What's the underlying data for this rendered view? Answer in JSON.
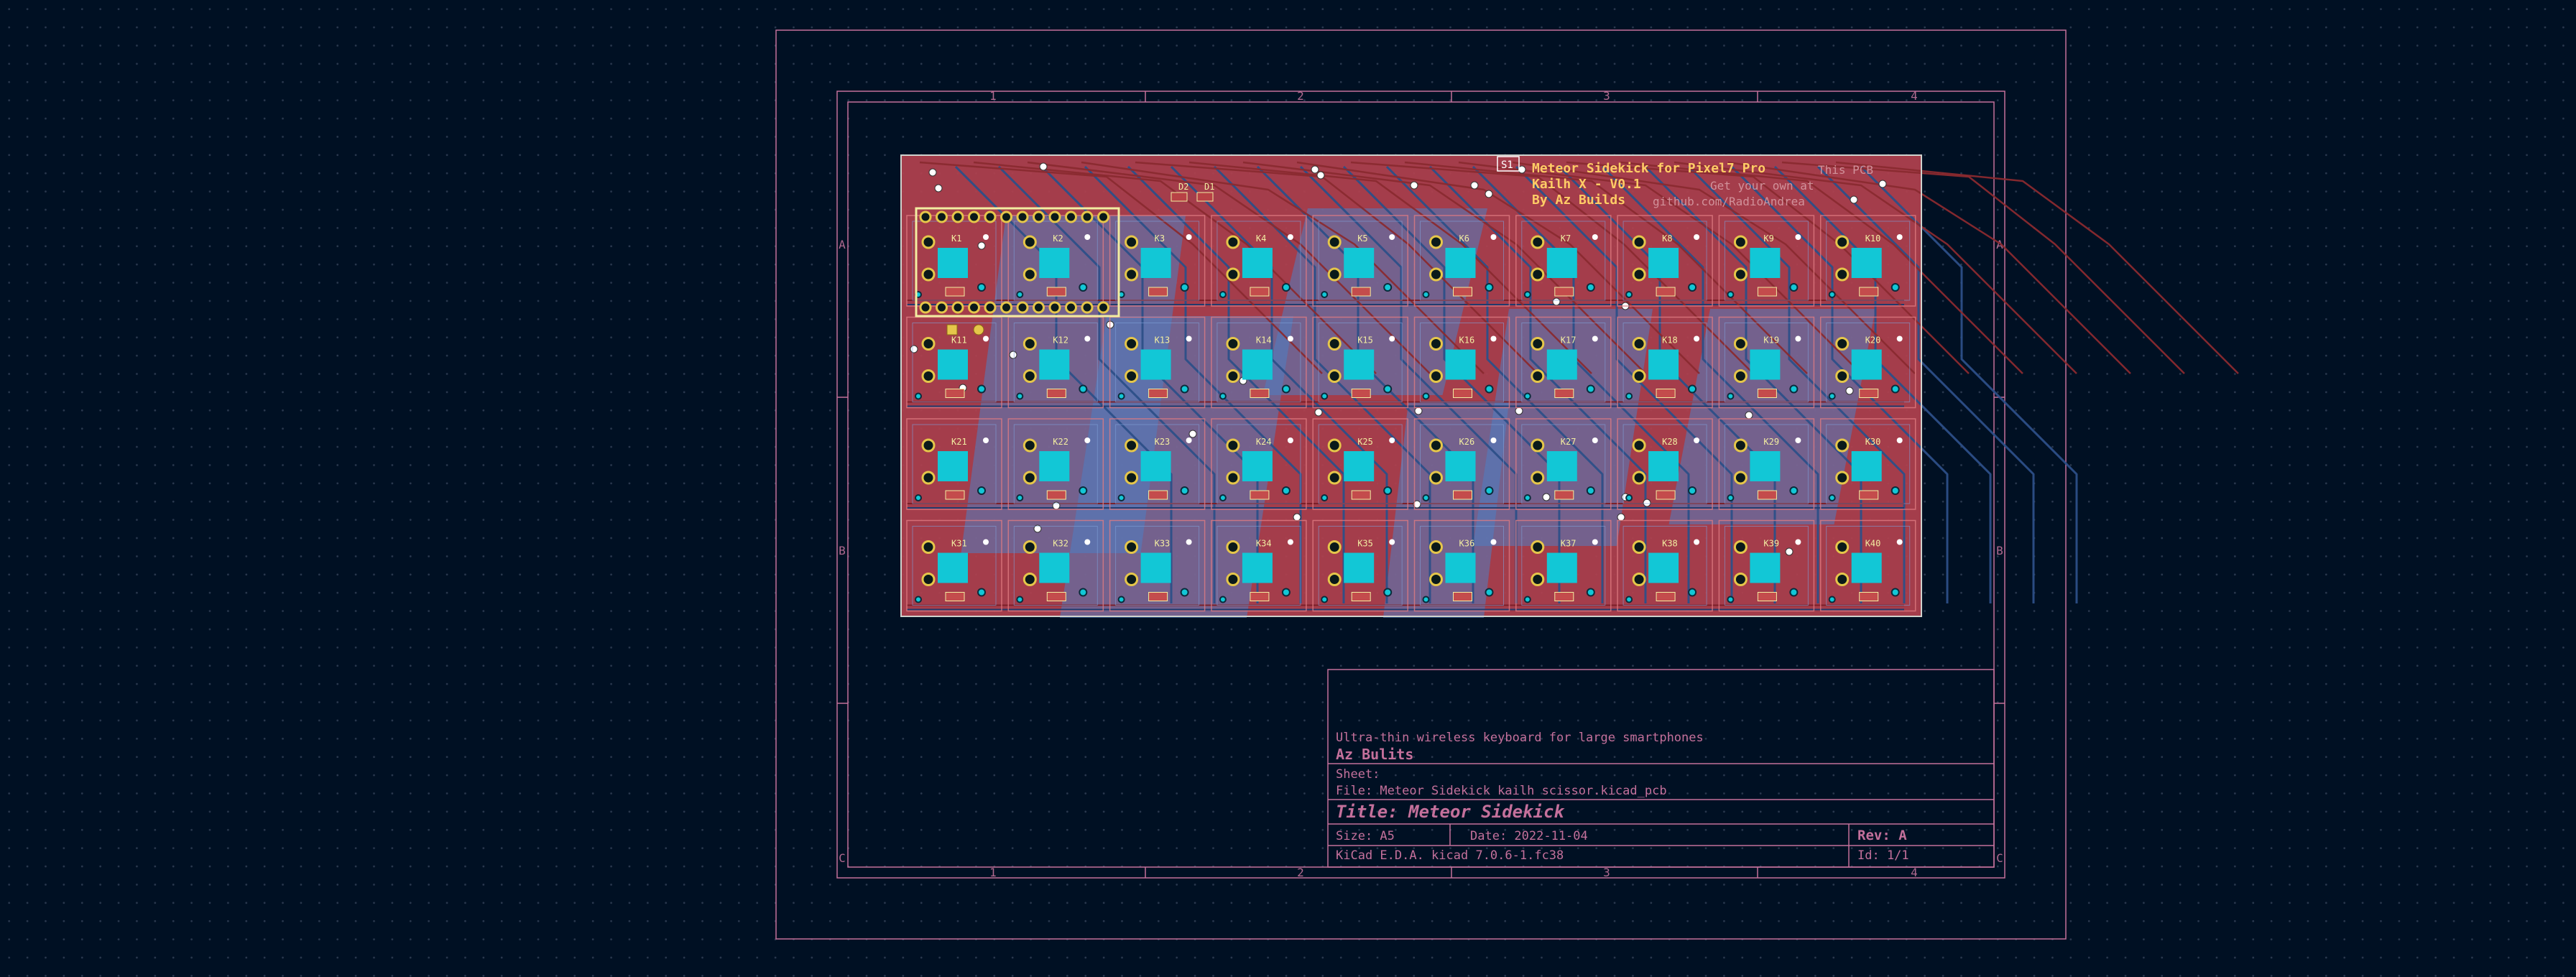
{
  "title_block": {
    "comment": "Ultra-thin wireless keyboard for large smartphones",
    "company": "Az Bulits",
    "sheet": "Sheet:",
    "file": "File: Meteor Sidekick kailh scissor.kicad_pcb",
    "title": "Title: Meteor Sidekick",
    "size": "Size: A5",
    "date": "Date: 2022-11-04",
    "rev": "Rev: A",
    "tool": "KiCad E.D.A.  kicad 7.0.6-1.fc38",
    "id": "Id: 1/1"
  },
  "frame": {
    "col_labels": [
      "1",
      "2",
      "3",
      "4"
    ],
    "row_labels": [
      "A",
      "B",
      "C"
    ]
  },
  "board": {
    "silk_title": "Meteor Sidekick for Pixel7 Pro",
    "silk_version": "Kailh X - V0.1",
    "silk_author": "By Az Builds",
    "back_silk_1": "This PCB",
    "back_silk_2": "Get your own at",
    "back_silk_3": "github.com/RadioAndrea",
    "corner_label": "S1",
    "diodes": [
      "D2",
      "D1"
    ],
    "switches": [
      [
        "K1",
        "K2",
        "K3",
        "K4",
        "K5",
        "K6",
        "K7",
        "K8",
        "K9",
        "K10"
      ],
      [
        "K11",
        "K12",
        "K13",
        "K14",
        "K15",
        "K16",
        "K17",
        "K18",
        "K19",
        "K20"
      ],
      [
        "K21",
        "K22",
        "K23",
        "K24",
        "K25",
        "K26",
        "K27",
        "K28",
        "K29",
        "K30"
      ],
      [
        "K31",
        "K32",
        "K33",
        "K34",
        "K35",
        "K36",
        "K37",
        "K38",
        "K39",
        "K40"
      ]
    ]
  },
  "colors": {
    "background": "#001023",
    "front_copper": "#c83434",
    "back_copper": "#4d7fc4",
    "pad": "#12c7d6",
    "frame": "#c4709b",
    "silkscreen": "#f2eda1",
    "board_edge": "#d0d2cd"
  }
}
